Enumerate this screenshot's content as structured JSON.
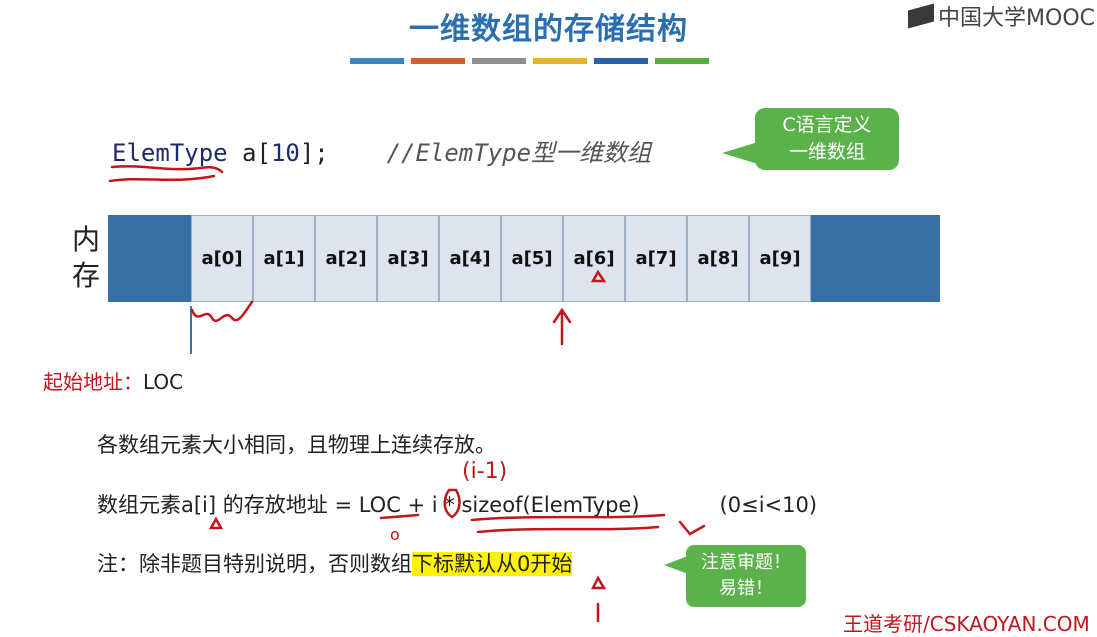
{
  "title": "一维数组的存储结构",
  "logo": "中国大学MOOC",
  "title_bar_colors": [
    "#3a86c1",
    "#d0612a",
    "#8f8f8f",
    "#e3b424",
    "#2b5fa8",
    "#5aac3c"
  ],
  "code": {
    "type": "ElemType",
    "declaration": " a[",
    "size": "10",
    "end": "];",
    "comment": "//ElemType型一维数组"
  },
  "callout_top": {
    "line1": "C语言定义",
    "line2": "一维数组"
  },
  "memory": {
    "label_line1": "内",
    "label_line2": "存",
    "cells": [
      "a[0]",
      "a[1]",
      "a[2]",
      "a[3]",
      "a[4]",
      "a[5]",
      "a[6]",
      "a[7]",
      "a[8]",
      "a[9]"
    ]
  },
  "start": {
    "label": "起始地址：",
    "value": "LOC"
  },
  "para1": "各数组元素大小相同，且物理上连续存放。",
  "para2": {
    "prefix": "数组元素a[i] 的存放地址 = LOC + i * sizeof(ElemType)",
    "range": "(0≤i<10)"
  },
  "para3": {
    "prefix": "注：除非题目特别说明，否则数组",
    "highlight": "下标默认从0开始"
  },
  "callout_bottom": {
    "line1": "注意审题！",
    "line2": "易错！"
  },
  "handwriting": {
    "annotation": "(i-1)",
    "under_loc": "o"
  },
  "footer": "王道考研/CSKAOYAN.COM",
  "colors": {
    "title": "#2a6fb0",
    "memory": "#3870a6",
    "cell": "#dde4ee",
    "callout": "#5cb24a",
    "ink": "#c0161c",
    "highlight": "#fff200"
  }
}
